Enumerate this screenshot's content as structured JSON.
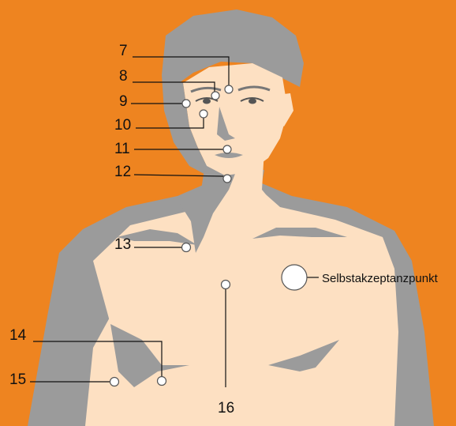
{
  "colors": {
    "background": "#ee8420",
    "skin": "#fde0c2",
    "shadow": "#9b9b9b",
    "line": "#111111",
    "point": "#ffffff"
  },
  "points": [
    {
      "id": "7",
      "label": "7"
    },
    {
      "id": "8",
      "label": "8"
    },
    {
      "id": "9",
      "label": "9"
    },
    {
      "id": "10",
      "label": "10"
    },
    {
      "id": "11",
      "label": "11"
    },
    {
      "id": "12",
      "label": "12"
    },
    {
      "id": "13",
      "label": "13"
    },
    {
      "id": "14",
      "label": "14"
    },
    {
      "id": "15",
      "label": "15"
    },
    {
      "id": "16",
      "label": "16"
    }
  ],
  "legend": {
    "self_acceptance_label": "Selbstakzeptanzpunkt"
  }
}
